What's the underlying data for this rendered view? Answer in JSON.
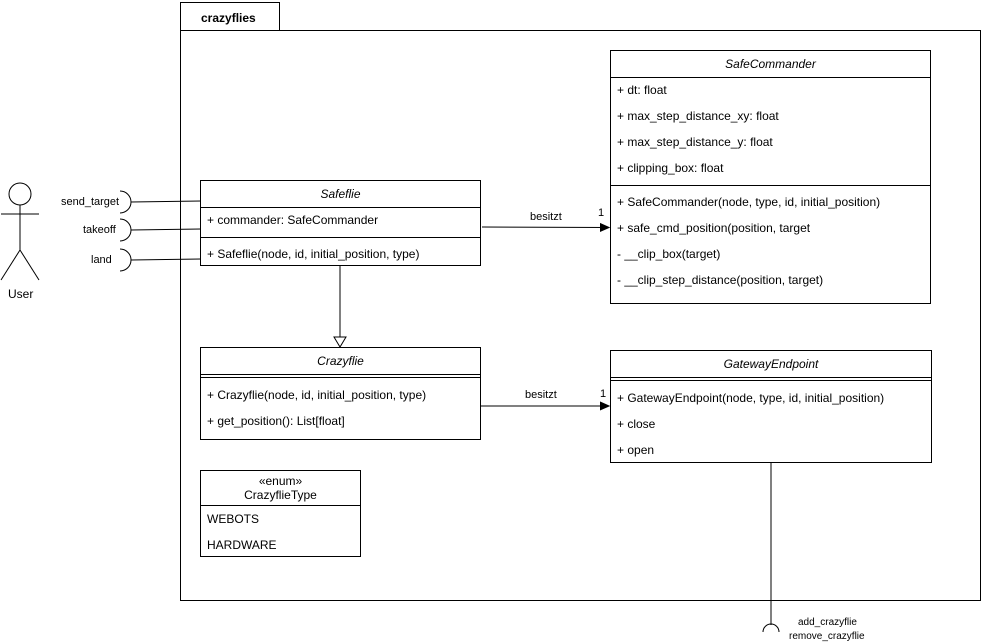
{
  "package": {
    "name": "crazyflies"
  },
  "actor": {
    "name": "User"
  },
  "interfaces": {
    "send_target": "send_target",
    "takeoff": "takeoff",
    "land": "land",
    "gateway_ops": [
      "add_crazyflie",
      "remove_crazyflie"
    ]
  },
  "safeflie": {
    "name": "Safeflie",
    "attributes": [
      "+ commander: SafeCommander"
    ],
    "methods": [
      "+ Safeflie(node, id, initial_position, type)"
    ]
  },
  "safecommander": {
    "name": "SafeCommander",
    "attributes": [
      "+ dt: float",
      "+ max_step_distance_xy: float",
      "+ max_step_distance_y: float",
      "+ clipping_box: float"
    ],
    "methods": [
      "+ SafeCommander(node, type, id, initial_position)",
      "+ safe_cmd_position(position, target",
      "- __clip_box(target)",
      "- __clip_step_distance(position, target)"
    ]
  },
  "crazyflie": {
    "name": "Crazyflie",
    "methods": [
      "+ Crazyflie(node, id, initial_position, type)",
      "+ get_position(): List[float]"
    ]
  },
  "gateway": {
    "name": "GatewayEndpoint",
    "methods": [
      "+ GatewayEndpoint(node, type, id, initial_position)",
      "+ close",
      "+ open"
    ]
  },
  "enum": {
    "stereotype": "«enum»",
    "name": "CrazyflieType",
    "values": [
      "WEBOTS",
      "HARDWARE"
    ]
  },
  "associations": {
    "safeflie_commander": {
      "label": "besitzt",
      "multiplicity": "1"
    },
    "crazyflie_gateway": {
      "label": "besitzt",
      "multiplicity": "1"
    }
  }
}
